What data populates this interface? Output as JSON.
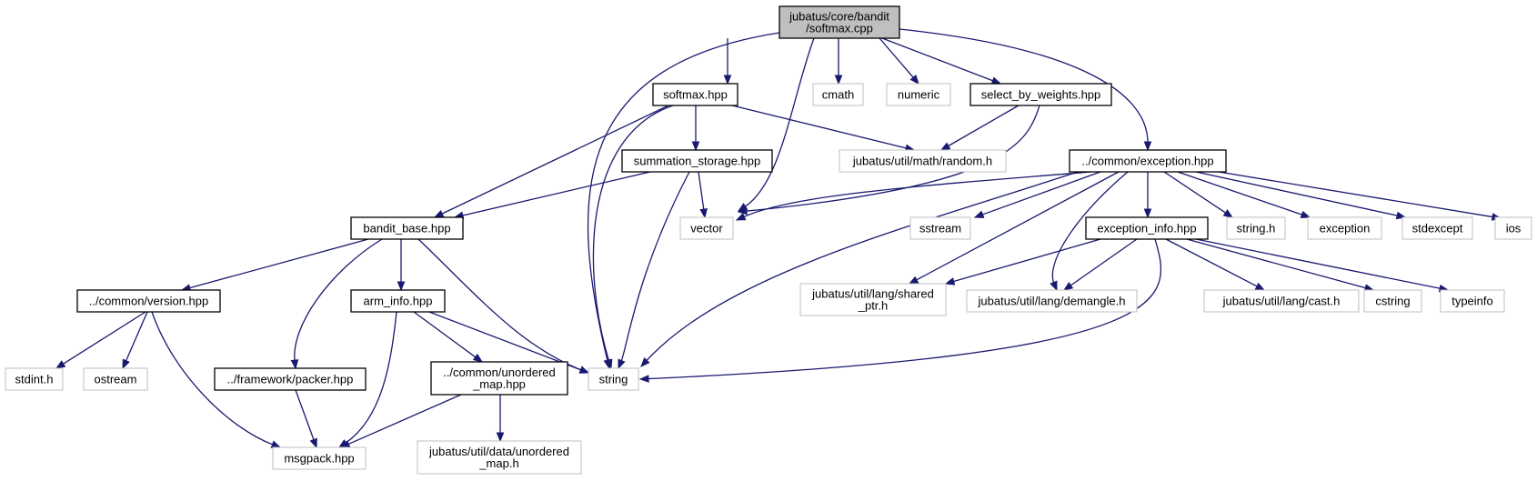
{
  "colors": {
    "edge": "#191970",
    "root_fill": "#bfbfbf",
    "node_border": "#000000",
    "external_border": "#bfbfbf",
    "node_fill": "#ffffff"
  },
  "nodes": [
    {
      "id": "softmax_cpp",
      "lines": [
        "jubatus/core/bandit",
        "/softmax.cpp"
      ],
      "kind": "root"
    },
    {
      "id": "softmax_hpp",
      "lines": [
        "softmax.hpp"
      ],
      "kind": "local"
    },
    {
      "id": "cmath",
      "lines": [
        "cmath"
      ],
      "kind": "external"
    },
    {
      "id": "numeric",
      "lines": [
        "numeric"
      ],
      "kind": "external"
    },
    {
      "id": "select_by_weights_hpp",
      "lines": [
        "select_by_weights.hpp"
      ],
      "kind": "local"
    },
    {
      "id": "random_h",
      "lines": [
        "jubatus/util/math/random.h"
      ],
      "kind": "external"
    },
    {
      "id": "summation_storage_hpp",
      "lines": [
        "summation_storage.hpp"
      ],
      "kind": "local"
    },
    {
      "id": "exception_hpp",
      "lines": [
        "../common/exception.hpp"
      ],
      "kind": "local"
    },
    {
      "id": "bandit_base_hpp",
      "lines": [
        "bandit_base.hpp"
      ],
      "kind": "local"
    },
    {
      "id": "vector",
      "lines": [
        "vector"
      ],
      "kind": "external"
    },
    {
      "id": "sstream",
      "lines": [
        "sstream"
      ],
      "kind": "external"
    },
    {
      "id": "exception_info_hpp",
      "lines": [
        "exception_info.hpp"
      ],
      "kind": "local"
    },
    {
      "id": "string_h",
      "lines": [
        "string.h"
      ],
      "kind": "external"
    },
    {
      "id": "exception",
      "lines": [
        "exception"
      ],
      "kind": "external"
    },
    {
      "id": "stdexcept",
      "lines": [
        "stdexcept"
      ],
      "kind": "external"
    },
    {
      "id": "ios",
      "lines": [
        "ios"
      ],
      "kind": "external"
    },
    {
      "id": "version_hpp",
      "lines": [
        "../common/version.hpp"
      ],
      "kind": "local"
    },
    {
      "id": "arm_info_hpp",
      "lines": [
        "arm_info.hpp"
      ],
      "kind": "local"
    },
    {
      "id": "shared_ptr_h",
      "lines": [
        "jubatus/util/lang/shared",
        "_ptr.h"
      ],
      "kind": "external"
    },
    {
      "id": "demangle_h",
      "lines": [
        "jubatus/util/lang/demangle.h"
      ],
      "kind": "external"
    },
    {
      "id": "cast_h",
      "lines": [
        "jubatus/util/lang/cast.h"
      ],
      "kind": "external"
    },
    {
      "id": "cstring",
      "lines": [
        "cstring"
      ],
      "kind": "external"
    },
    {
      "id": "typeinfo",
      "lines": [
        "typeinfo"
      ],
      "kind": "external"
    },
    {
      "id": "stdint_h",
      "lines": [
        "stdint.h"
      ],
      "kind": "external"
    },
    {
      "id": "ostream",
      "lines": [
        "ostream"
      ],
      "kind": "external"
    },
    {
      "id": "packer_hpp",
      "lines": [
        "../framework/packer.hpp"
      ],
      "kind": "local"
    },
    {
      "id": "unordered_map_hpp",
      "lines": [
        "../common/unordered",
        "_map.hpp"
      ],
      "kind": "local"
    },
    {
      "id": "string",
      "lines": [
        "string"
      ],
      "kind": "external"
    },
    {
      "id": "msgpack_hpp",
      "lines": [
        "msgpack.hpp"
      ],
      "kind": "external"
    },
    {
      "id": "unordered_map_h",
      "lines": [
        "jubatus/util/data/unordered",
        "_map.h"
      ],
      "kind": "external"
    }
  ],
  "edges": [
    [
      "softmax_cpp",
      "softmax_hpp"
    ],
    [
      "softmax_cpp",
      "cmath"
    ],
    [
      "softmax_cpp",
      "numeric"
    ],
    [
      "softmax_cpp",
      "select_by_weights_hpp"
    ],
    [
      "softmax_cpp",
      "exception_hpp"
    ],
    [
      "softmax_cpp",
      "vector"
    ],
    [
      "softmax_cpp",
      "string"
    ],
    [
      "softmax_hpp",
      "random_h"
    ],
    [
      "softmax_hpp",
      "summation_storage_hpp"
    ],
    [
      "softmax_hpp",
      "bandit_base_hpp"
    ],
    [
      "softmax_hpp",
      "string"
    ],
    [
      "select_by_weights_hpp",
      "random_h"
    ],
    [
      "select_by_weights_hpp",
      "vector"
    ],
    [
      "summation_storage_hpp",
      "bandit_base_hpp"
    ],
    [
      "summation_storage_hpp",
      "vector"
    ],
    [
      "summation_storage_hpp",
      "string"
    ],
    [
      "exception_hpp",
      "vector"
    ],
    [
      "exception_hpp",
      "sstream"
    ],
    [
      "exception_hpp",
      "exception_info_hpp"
    ],
    [
      "exception_hpp",
      "string_h"
    ],
    [
      "exception_hpp",
      "exception"
    ],
    [
      "exception_hpp",
      "stdexcept"
    ],
    [
      "exception_hpp",
      "ios"
    ],
    [
      "exception_hpp",
      "shared_ptr_h"
    ],
    [
      "exception_hpp",
      "demangle_h"
    ],
    [
      "exception_hpp",
      "string"
    ],
    [
      "exception_info_hpp",
      "shared_ptr_h"
    ],
    [
      "exception_info_hpp",
      "demangle_h"
    ],
    [
      "exception_info_hpp",
      "cast_h"
    ],
    [
      "exception_info_hpp",
      "cstring"
    ],
    [
      "exception_info_hpp",
      "typeinfo"
    ],
    [
      "exception_info_hpp",
      "string"
    ],
    [
      "bandit_base_hpp",
      "version_hpp"
    ],
    [
      "bandit_base_hpp",
      "arm_info_hpp"
    ],
    [
      "bandit_base_hpp",
      "packer_hpp"
    ],
    [
      "bandit_base_hpp",
      "string"
    ],
    [
      "version_hpp",
      "stdint_h"
    ],
    [
      "version_hpp",
      "ostream"
    ],
    [
      "version_hpp",
      "msgpack_hpp"
    ],
    [
      "arm_info_hpp",
      "unordered_map_hpp"
    ],
    [
      "arm_info_hpp",
      "string"
    ],
    [
      "arm_info_hpp",
      "msgpack_hpp"
    ],
    [
      "packer_hpp",
      "msgpack_hpp"
    ],
    [
      "unordered_map_hpp",
      "msgpack_hpp"
    ],
    [
      "unordered_map_hpp",
      "unordered_map_h"
    ]
  ]
}
